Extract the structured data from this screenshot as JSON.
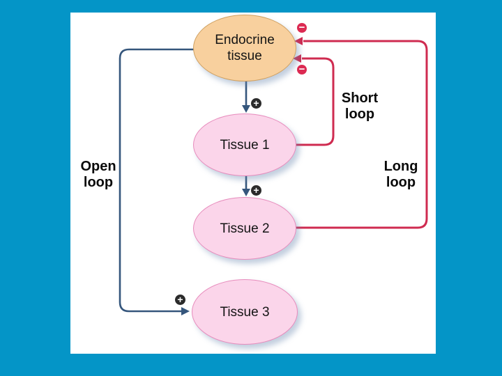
{
  "slide": {
    "background_color": "#0495C7",
    "panel_color": "#FFFFFF"
  },
  "diagram": {
    "nodes": [
      {
        "id": "endocrine-tissue",
        "label": "Endocrine tissue",
        "fill": "#F8D09E",
        "border_color": "#CFA061"
      },
      {
        "id": "tissue-1",
        "label": "Tissue 1",
        "fill": "#FBD5EA",
        "border_color": "#E78BBC"
      },
      {
        "id": "tissue-2",
        "label": "Tissue 2",
        "fill": "#FBD5EA",
        "border_color": "#E78BBC"
      },
      {
        "id": "tissue-3",
        "label": "Tissue 3",
        "fill": "#FBD5EA",
        "border_color": "#E78BBC"
      }
    ],
    "loop_labels": [
      {
        "id": "open-loop",
        "label": "Open loop"
      },
      {
        "id": "short-loop",
        "label": "Short loop"
      },
      {
        "id": "long-loop",
        "label": "Long loop"
      }
    ],
    "signs": {
      "plus": "+",
      "minus": "−"
    },
    "colors": {
      "stimulation_arrow": "#35567C",
      "inhibition_arrow": "#CF2B50",
      "plus_badge": "#2B2B2B",
      "minus_badge": "#DC2A52"
    }
  }
}
